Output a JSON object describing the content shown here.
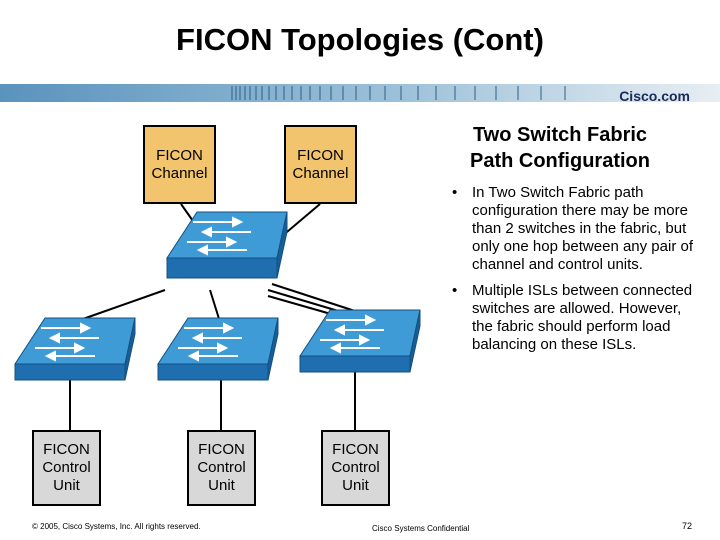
{
  "slide": {
    "title": "FICON Topologies (Cont)",
    "logo": "Cisco.com",
    "heading": "Two Switch Fabric\nPath Configuration",
    "bullets": [
      "In Two Switch Fabric path configuration there may be more than 2 switches in the fabric, but only one hop between any pair of channel and control units.",
      "Multiple ISLs between connected switches are allowed. However, the fabric should perform load balancing on these ISLs."
    ],
    "bullet_marker": "•"
  },
  "diagram": {
    "channels": [
      "FICON\nChannel",
      "FICON\nChannel"
    ],
    "control_units": [
      "FICON\nControl\nUnit",
      "FICON\nControl\nUnit",
      "FICON\nControl\nUnit"
    ]
  },
  "footer": {
    "copyright": "© 2005, Cisco Systems, Inc. All rights reserved.",
    "confidential": "Cisco Systems Confidential",
    "page": "72"
  },
  "colors": {
    "channel_box": "#f2c46d",
    "control_box": "#d8d8d8",
    "switch_top": "#3f9bd6",
    "switch_side": "#1f6fb0",
    "band": "#6fa3c7"
  }
}
